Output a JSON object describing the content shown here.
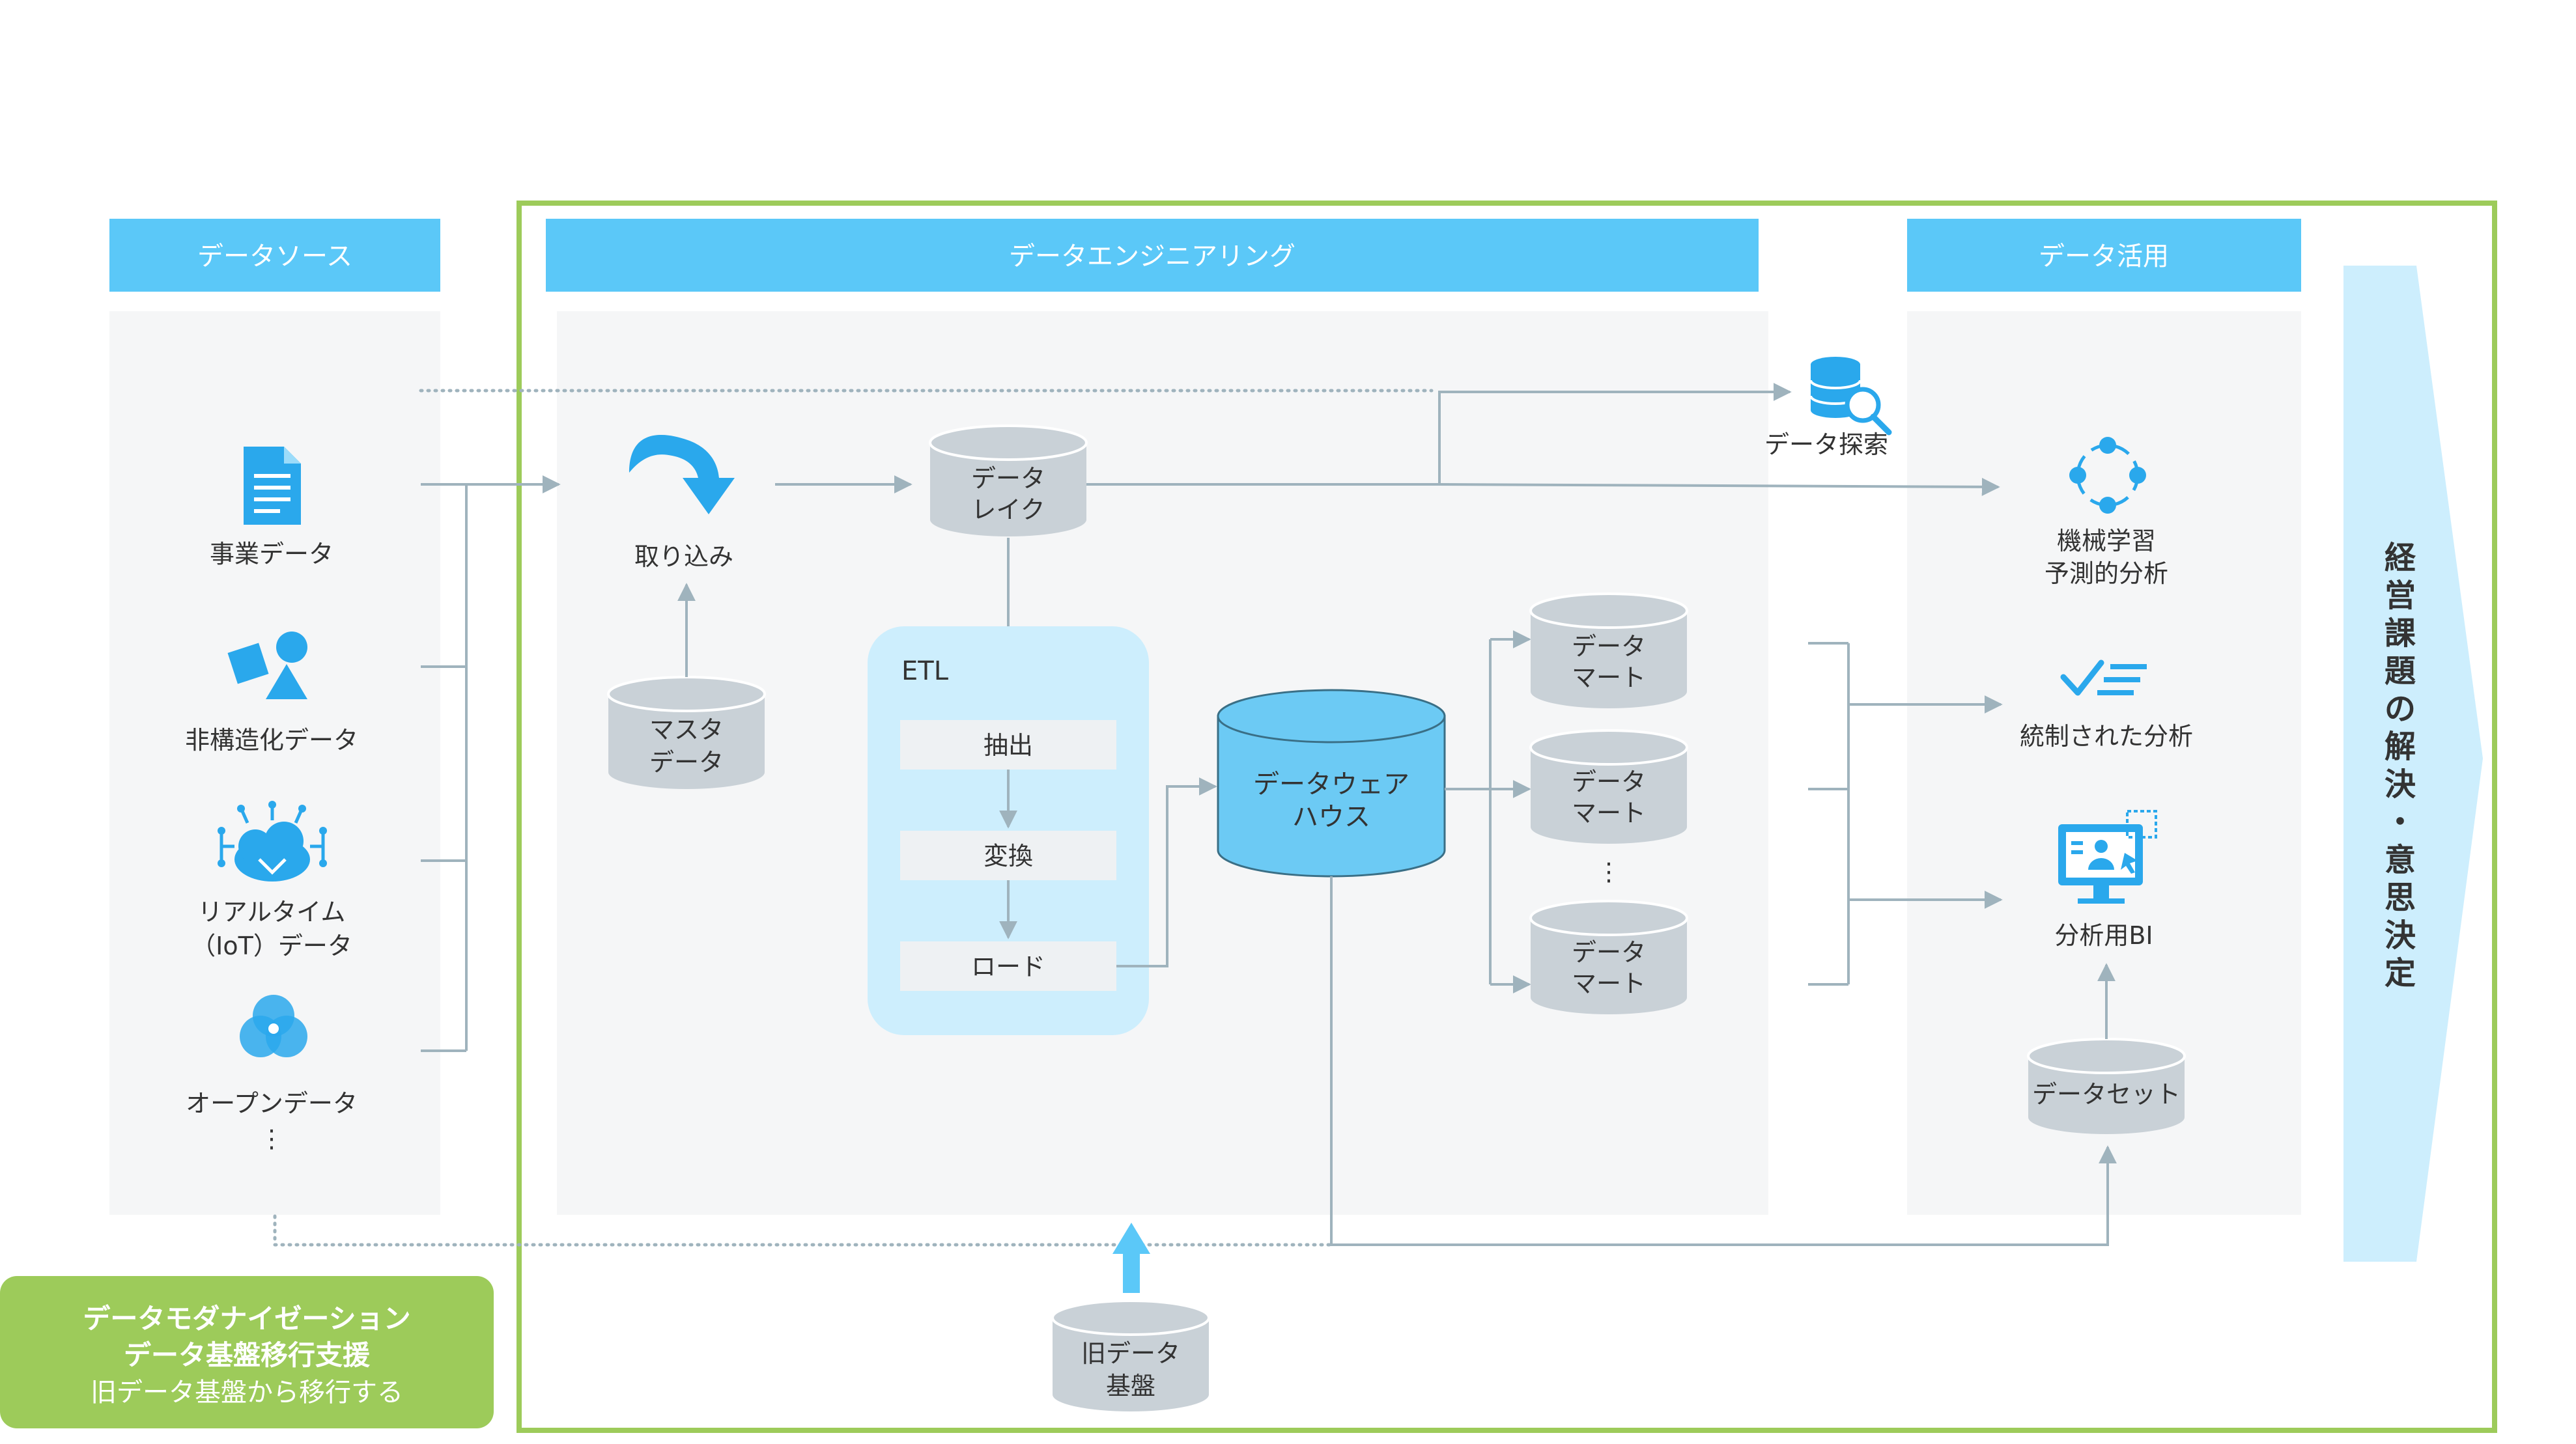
{
  "sections": {
    "source_title": "データソース",
    "engineering_title": "データエンジニアリング",
    "utilization_title": "データ活用"
  },
  "sources": {
    "business": "事業データ",
    "unstructured": "非構造化データ",
    "realtime_l1": "リアルタイム",
    "realtime_l2": "（IoT）データ",
    "open": "オープンデータ",
    "more": "⋮"
  },
  "engineering": {
    "ingest": "取り込み",
    "lake_l1": "データ",
    "lake_l2": "レイク",
    "master_l1": "マスタ",
    "master_l2": "データ",
    "etl_title": "ETL",
    "etl_extract": "抽出",
    "etl_transform": "変換",
    "etl_load": "ロード",
    "dwh_l1": "データウェア",
    "dwh_l2": "ハウス",
    "mart_l1": "データ",
    "mart_l2": "マート",
    "mart_more": "⋮"
  },
  "utilization": {
    "explore": "データ探索",
    "ml_l1": "機械学習",
    "ml_l2": "予測的分析",
    "governed": "統制された分析",
    "bi": "分析用BI",
    "dataset": "データセット"
  },
  "goal": {
    "label": [
      "経",
      "営",
      "課",
      "題",
      "の",
      "解",
      "決",
      "・",
      "意",
      "思",
      "決",
      "定"
    ]
  },
  "badge": {
    "line1": "データモダナイゼーション",
    "line2": "データ基盤移行支援",
    "line3": "旧データ基盤から移行する"
  },
  "legacy": {
    "l1": "旧データ",
    "l2": "基盤"
  },
  "colors": {
    "header_blue": "#5bc8f8",
    "panel_gray": "#f5f6f7",
    "frame_green": "#9dcb5a",
    "cylinder_gray": "#c9d1d7",
    "dwh_blue": "#6ccaf4",
    "etl_panel": "#cdeefd",
    "icon_blue": "#2aa8ec",
    "connector": "#9fb3bd",
    "goal_arrow": "#cdeefd",
    "goal_text": "#1b9fe2"
  }
}
